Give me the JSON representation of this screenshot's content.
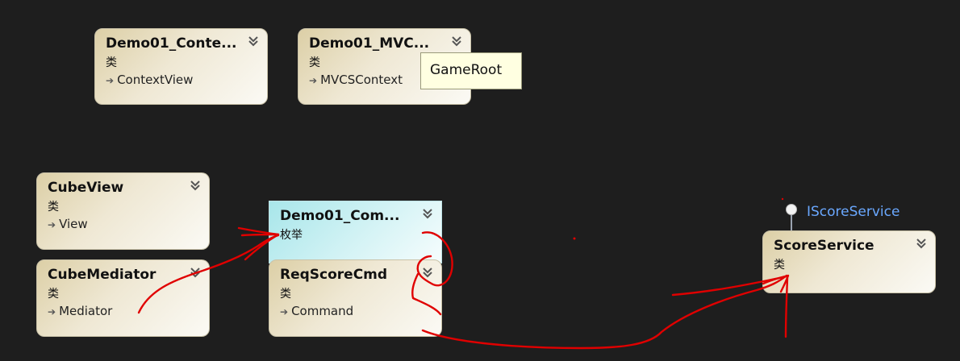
{
  "cards": {
    "context_view_card": {
      "title": "Demo01_Conte...",
      "kind": "类",
      "base": "ContextView"
    },
    "mvcs_context_card": {
      "title": "Demo01_MVC...",
      "kind": "类",
      "base": "MVCSContext"
    },
    "cube_view_card": {
      "title": "CubeView",
      "kind": "类",
      "base": "View"
    },
    "cube_mediator_card": {
      "title": "CubeMediator",
      "kind": "类",
      "base": "Mediator"
    },
    "command_enum_card": {
      "title": "Demo01_Com...",
      "kind": "枚举"
    },
    "req_score_cmd_card": {
      "title": "ReqScoreCmd",
      "kind": "类",
      "base": "Command"
    },
    "score_service_card": {
      "title": "ScoreService",
      "kind": "类"
    }
  },
  "tooltip": {
    "text": "GameRoot"
  },
  "interface": {
    "name": "IScoreService"
  },
  "colors": {
    "canvas": "#1e1e1e",
    "class_card": "#dccfa6",
    "enum_card": "#a8e6ea",
    "interface_label": "#6aa8ff",
    "annotation": "#e00000"
  },
  "icons": {
    "collapse": "double-chevron-down-icon",
    "base_type": "inheritance-arrow-icon"
  }
}
